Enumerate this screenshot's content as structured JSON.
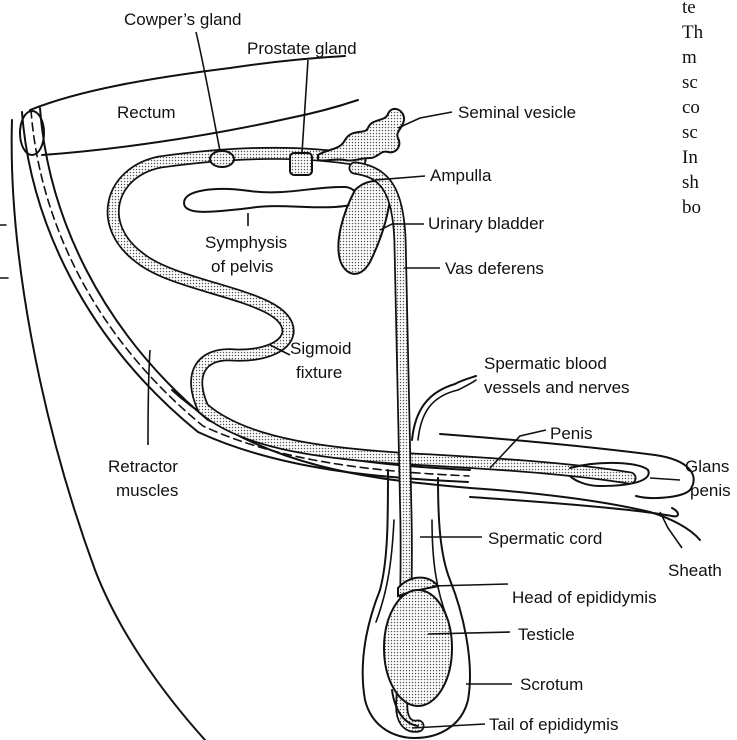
{
  "labels": {
    "cowpers_gland": "Cowper’s gland",
    "prostate_gland": "Prostate gland",
    "rectum": "Rectum",
    "seminal_vesicle": "Seminal vesicle",
    "ampulla": "Ampulla",
    "urinary_bladder": "Urinary bladder",
    "symphysis_1": "Symphysis",
    "symphysis_2": "of pelvis",
    "vas_deferens": "Vas deferens",
    "sigmoid_1": "Sigmoid",
    "sigmoid_2": "fixture",
    "blood_1": "Spermatic blood",
    "blood_2": "vessels and nerves",
    "penis": "Penis",
    "retractor_1": "Retractor",
    "retractor_2": "muscles",
    "glans_1": "Glans",
    "glans_2": "penis",
    "spermatic_cord": "Spermatic cord",
    "sheath": "Sheath",
    "head_epididymis": "Head of epididymis",
    "testicle": "Testicle",
    "scrotum": "Scrotum",
    "tail_epididymis": "Tail of epididymis"
  },
  "side_text": [
    "te",
    "Th",
    "m",
    "sc",
    "co",
    "sc",
    "In",
    "sh",
    "bo"
  ]
}
